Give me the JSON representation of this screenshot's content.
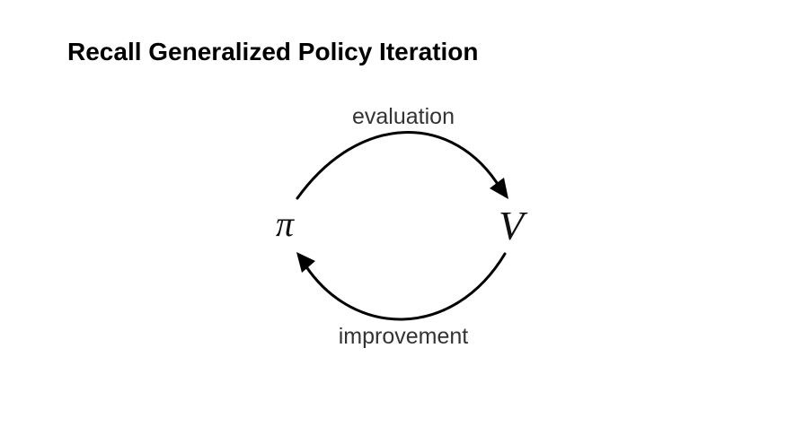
{
  "slide": {
    "title": "Recall Generalized Policy Iteration"
  },
  "diagram": {
    "nodes": {
      "policy": "π",
      "value": "V"
    },
    "edges": {
      "top_label": "evaluation",
      "bottom_label": "improvement"
    }
  }
}
